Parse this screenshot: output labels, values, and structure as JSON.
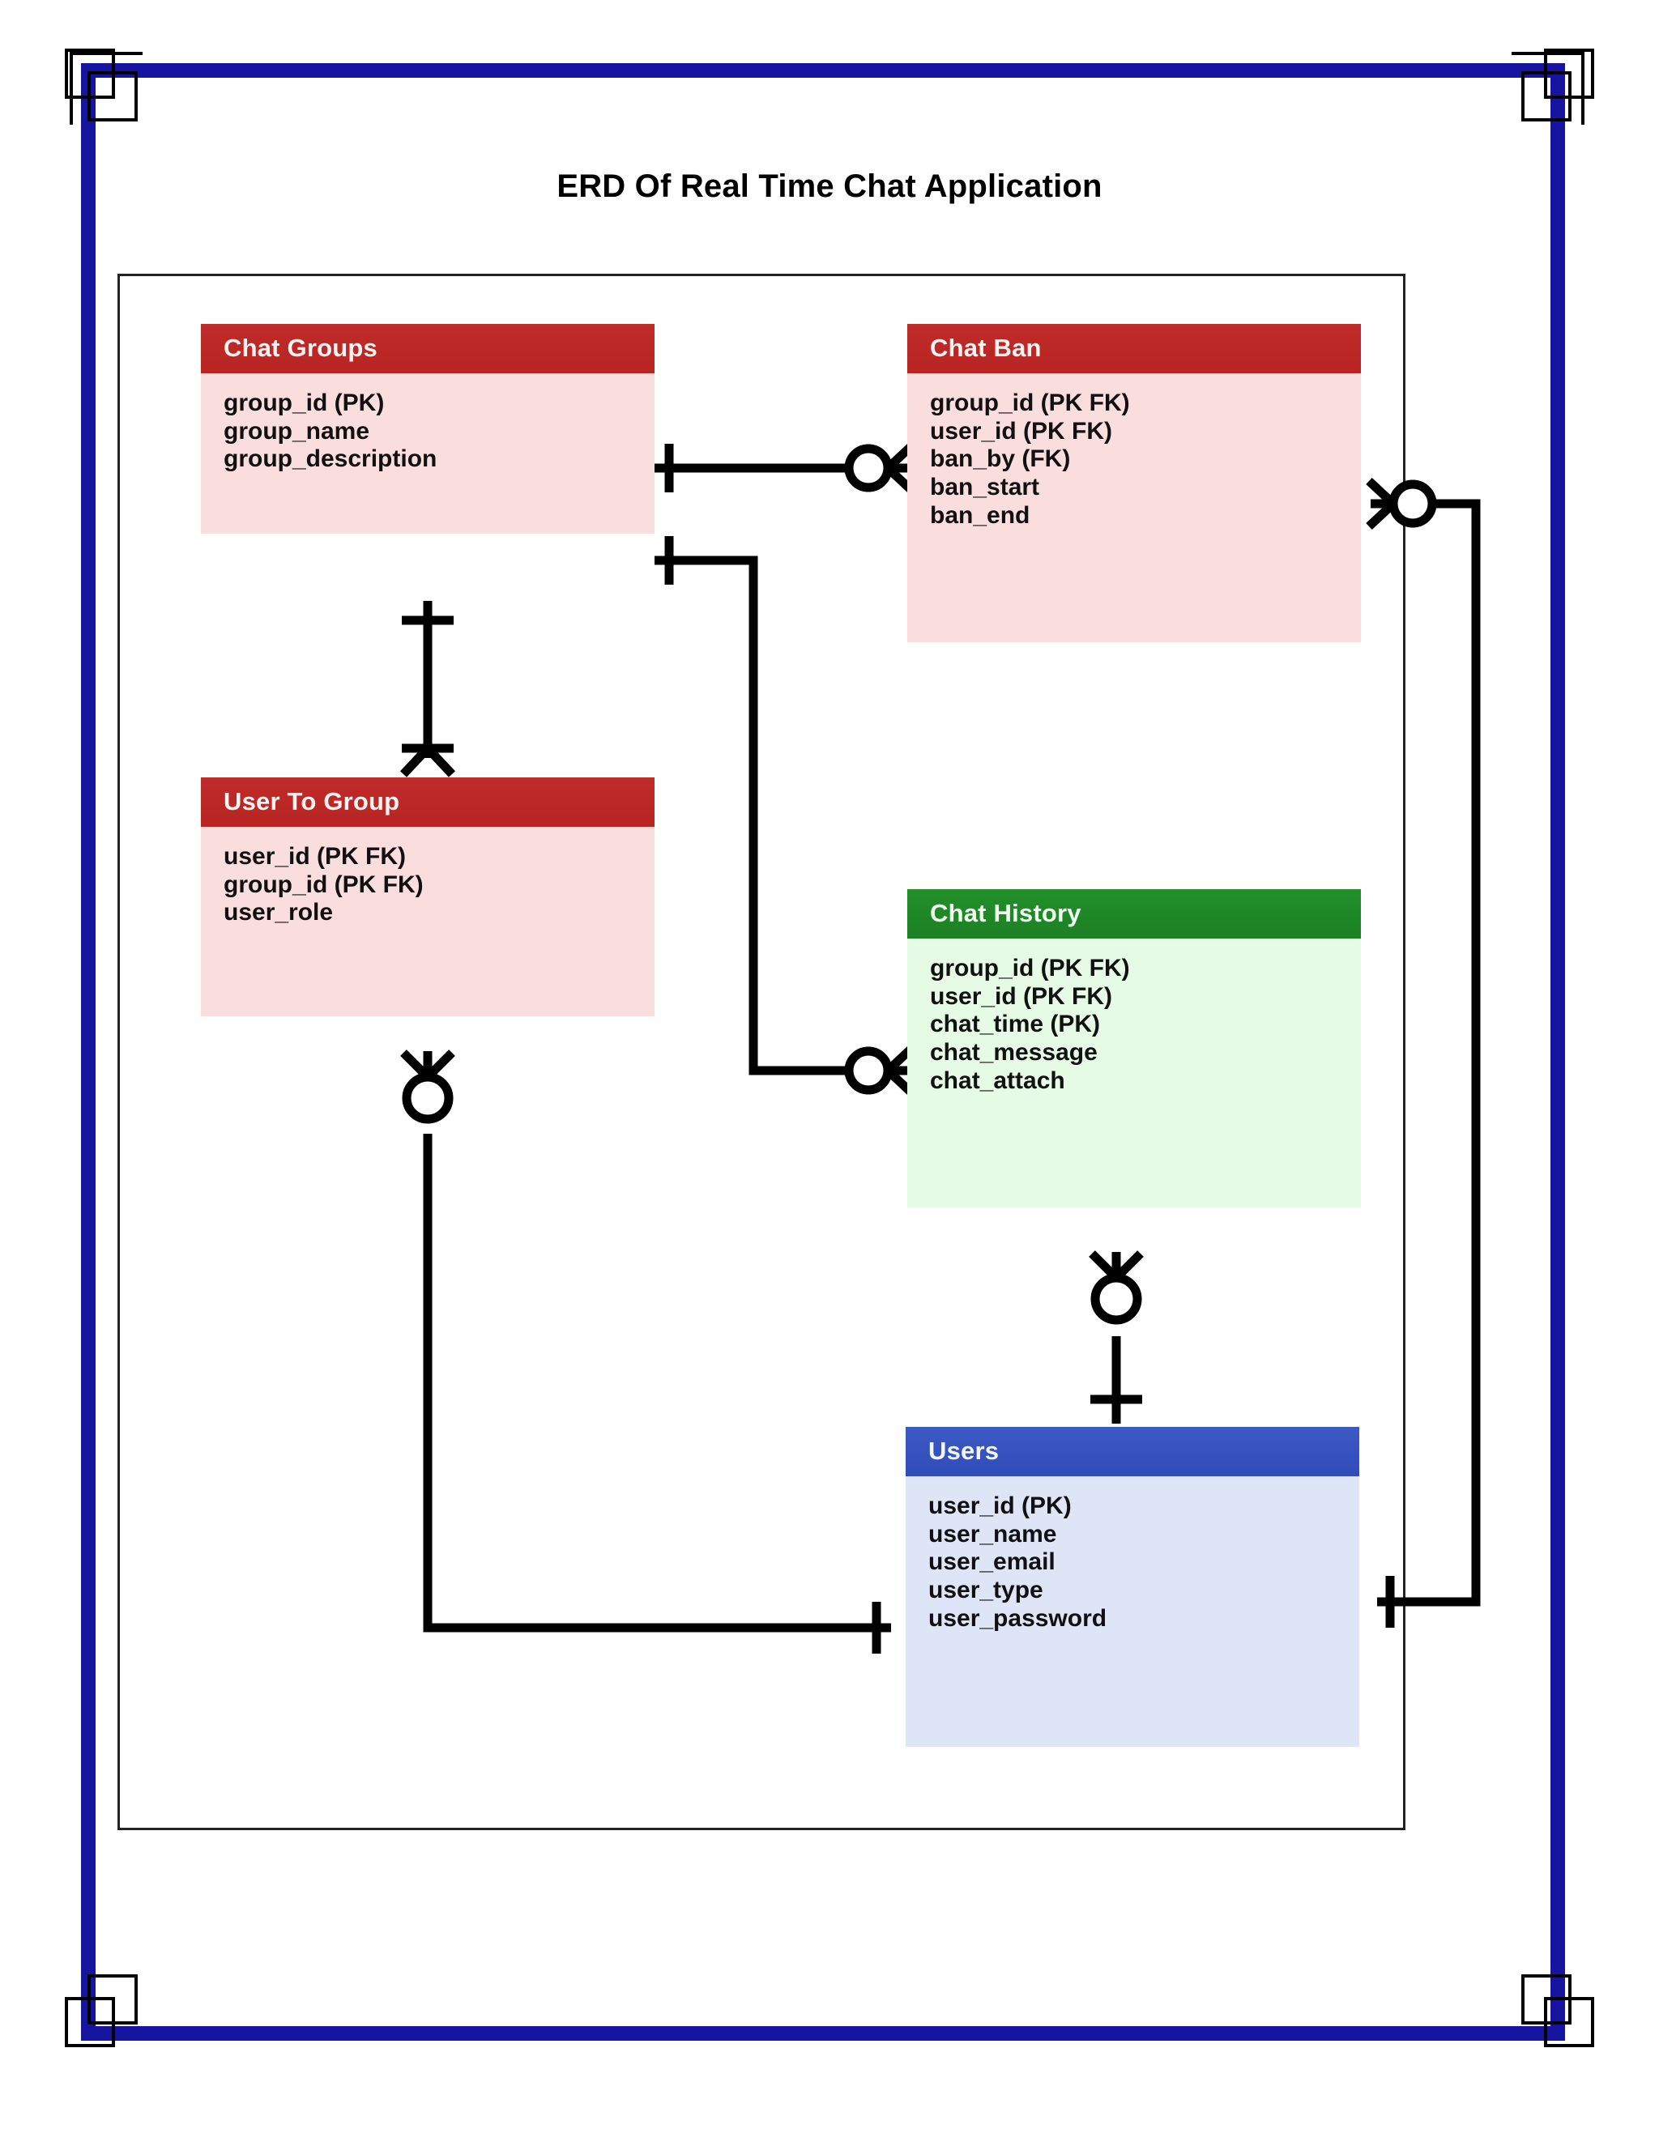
{
  "page": {
    "title": "ERD Of Real Time Chat Application",
    "border_color": "#1515a0",
    "background": "#ffffff"
  },
  "diagram": {
    "type": "entity-relationship-diagram",
    "notation": "crow's foot",
    "entities": [
      {
        "id": "chat_groups",
        "name": "Chat Groups",
        "header_color": "#bf2b28",
        "body_color": "#fadede",
        "attributes": [
          "group_id (PK)",
          "group_name",
          "group_description"
        ]
      },
      {
        "id": "chat_ban",
        "name": "Chat Ban",
        "header_color": "#bf2b28",
        "body_color": "#fadede",
        "attributes": [
          "group_id (PK FK)",
          "user_id (PK FK)",
          "ban_by (FK)",
          "ban_start",
          "ban_end"
        ]
      },
      {
        "id": "user_to_group",
        "name": "User To Group",
        "header_color": "#bf2b28",
        "body_color": "#fadede",
        "attributes": [
          "user_id (PK FK)",
          "group_id (PK FK)",
          "user_role"
        ]
      },
      {
        "id": "chat_history",
        "name": "Chat History",
        "header_color": "#1c8024",
        "body_color": "#e6fbe6",
        "attributes": [
          "group_id (PK FK)",
          "user_id (PK FK)",
          "chat_time (PK)",
          "chat_message",
          "chat_attach"
        ]
      },
      {
        "id": "users",
        "name": "Users",
        "header_color": "#2f4cb8",
        "body_color": "#dde5f7",
        "attributes": [
          "user_id (PK)",
          "user_name",
          "user_email",
          "user_type",
          "user_password"
        ]
      }
    ],
    "relationships": [
      {
        "id": "rel-groups-ban",
        "from": "chat_groups",
        "to": "chat_ban",
        "from_cardinality": "exactly-one",
        "to_cardinality": "zero-or-many"
      },
      {
        "id": "rel-groups-history",
        "from": "chat_groups",
        "to": "chat_history",
        "from_cardinality": "exactly-one",
        "to_cardinality": "zero-or-many"
      },
      {
        "id": "rel-groups-usertogroup",
        "from": "chat_groups",
        "to": "user_to_group",
        "from_cardinality": "exactly-one",
        "to_cardinality": "one-or-many"
      },
      {
        "id": "rel-usertogroup-users",
        "from": "user_to_group",
        "to": "users",
        "from_cardinality": "zero-or-many",
        "to_cardinality": "exactly-one"
      },
      {
        "id": "rel-history-users",
        "from": "chat_history",
        "to": "users",
        "from_cardinality": "zero-or-many",
        "to_cardinality": "exactly-one"
      },
      {
        "id": "rel-ban-users",
        "from": "chat_ban",
        "to": "users",
        "from_cardinality": "zero-or-many",
        "to_cardinality": "exactly-one"
      }
    ]
  }
}
